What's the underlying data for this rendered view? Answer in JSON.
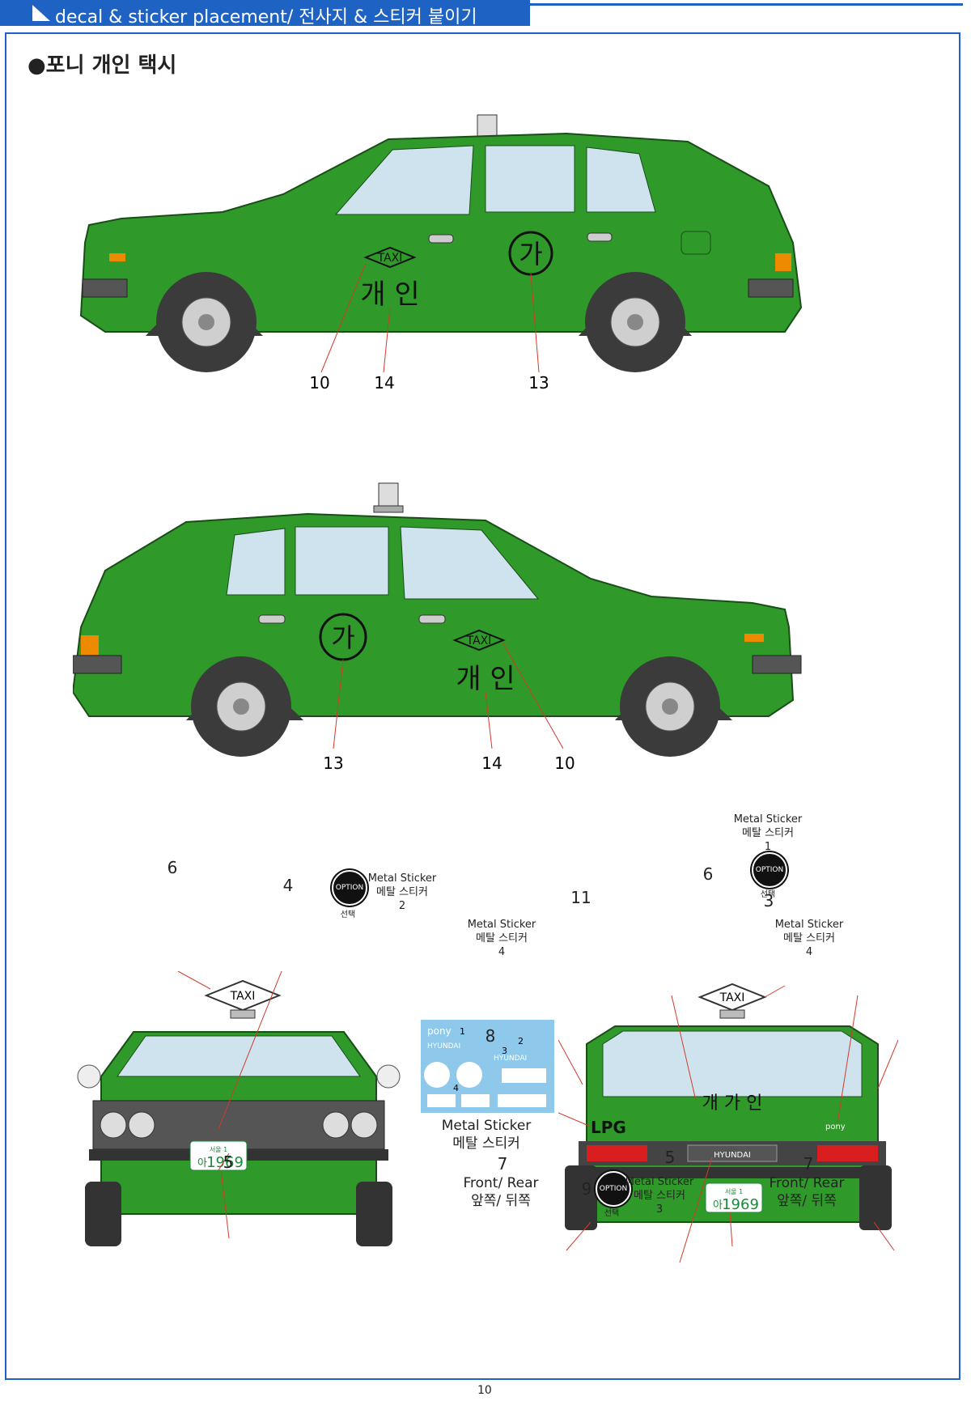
{
  "header": {
    "title": "decal & sticker placement/ 전사지 & 스티커 붙이기"
  },
  "section": {
    "title": "●포니 개인 택시"
  },
  "decals": {
    "taxi": "TAXI",
    "private": "개 인",
    "ga": "가",
    "rear_text": "개 가 인",
    "lpg": "LPG",
    "plate_region": "서울 1",
    "plate_prefix": "아",
    "plate_number": "1969",
    "brand": "HYUNDAI",
    "pony": "pony"
  },
  "side1_labels": [
    "10",
    "14",
    "13"
  ],
  "side2_labels": [
    "13",
    "14",
    "10"
  ],
  "front": {
    "label_6": "6",
    "label_4": "4",
    "label_5": "5",
    "option": "OPTION",
    "option_sub": "선택",
    "sticker_en": "Metal Sticker",
    "sticker_ko": "메탈 스티커",
    "sticker_num": "2"
  },
  "sheet": {
    "caption_en": "Metal Sticker",
    "caption_ko": "메탈 스티커",
    "n1": "1",
    "n2": "2",
    "n3": "3",
    "n4": "4"
  },
  "rear": {
    "label_11": "11",
    "label_6": "6",
    "label_3": "3",
    "label_8": "8",
    "label_7a": "7",
    "label_7b": "7",
    "label_5": "5",
    "label_9": "9",
    "front_rear_en": "Front/ Rear",
    "front_rear_ko": "앞쪽/ 뒤쪽",
    "sticker1_en": "Metal Sticker",
    "sticker1_ko": "메탈 스티커",
    "sticker1_num": "1",
    "sticker4a_en": "Metal Sticker",
    "sticker4a_ko": "메탈 스티커",
    "sticker4a_num": "4",
    "sticker4b_en": "Metal Sticker",
    "sticker4b_ko": "메탈 스티커",
    "sticker4b_num": "4",
    "sticker3_en": "Metal Sticker",
    "sticker3_ko": "메탈 스티커",
    "sticker3_num": "3",
    "option": "OPTION",
    "option_sub": "선택"
  },
  "footer": {
    "page": "10"
  },
  "colors": {
    "accent": "#1e63c4",
    "car_green": "#2f9a2a",
    "leader": "#d23a2a",
    "glass": "#cfe3ee"
  }
}
